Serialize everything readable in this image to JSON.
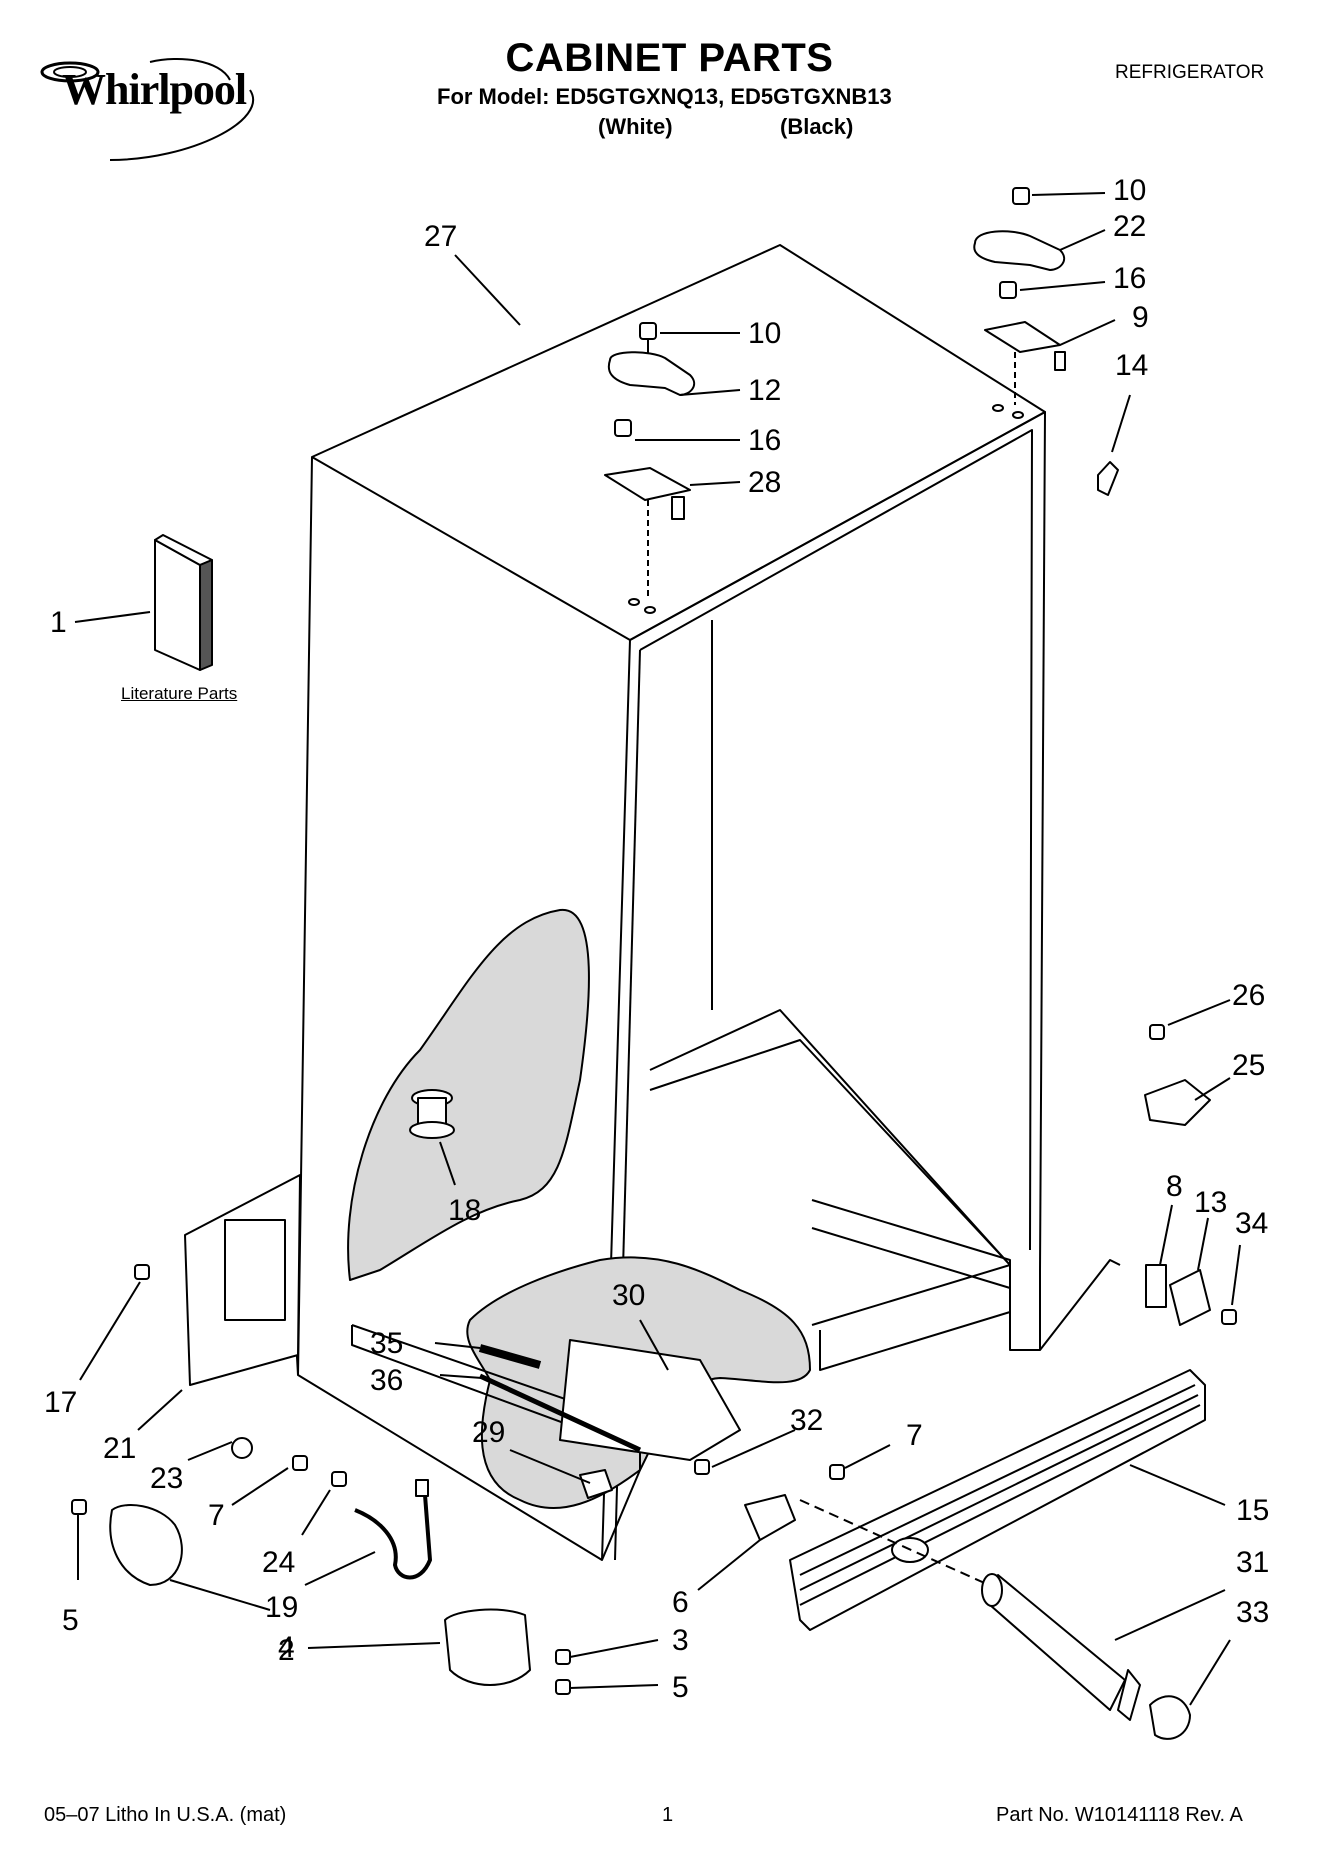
{
  "header": {
    "brand": "Whirlpool",
    "title": "CABINET PARTS",
    "model_line": "For Model: ED5GTGXNQ13, ED5GTGXNB13",
    "variant_white": "(White)",
    "variant_black": "(Black)",
    "category": "REFRIGERATOR"
  },
  "literature_label": "Literature Parts",
  "callouts": [
    "27",
    "10",
    "12",
    "16",
    "28",
    "10",
    "22",
    "16",
    "9",
    "14",
    "1",
    "18",
    "26",
    "25",
    "8",
    "13",
    "34",
    "17",
    "21",
    "23",
    "7",
    "24",
    "19",
    "5",
    "4",
    "2",
    "3",
    "5",
    "30",
    "35",
    "36",
    "29",
    "32",
    "7",
    "15",
    "6",
    "31",
    "33"
  ],
  "footer": {
    "litho": "05–07 Litho In U.S.A. (mat)",
    "page": "1",
    "part_no": "Part No. W10141118 Rev. A"
  }
}
